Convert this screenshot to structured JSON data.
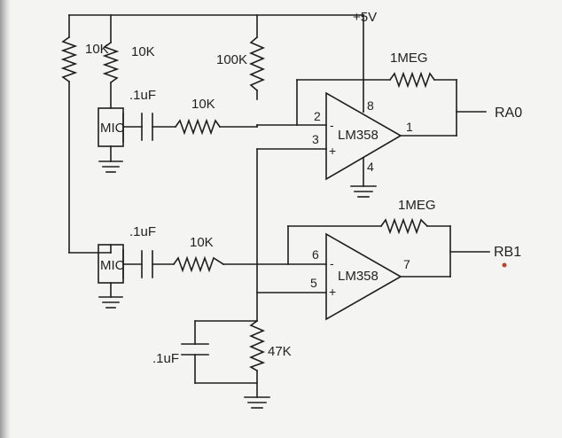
{
  "supply": {
    "label": "+5V"
  },
  "resistors": {
    "r1": "10K",
    "r2": "10K",
    "r3": "100K",
    "r4": "10K",
    "r5": "10K",
    "r6": "47K",
    "feedback_top": "1MEG",
    "feedback_bottom": "1MEG"
  },
  "capacitors": {
    "c1": ".1uF",
    "c2": ".1uF",
    "c3": ".1uF"
  },
  "microphones": {
    "mic1": "MIC",
    "mic2": "MIC"
  },
  "opamps": {
    "top": {
      "name": "LM358",
      "pin_inv": "2",
      "pin_noninv": "3",
      "pin_vcc": "8",
      "pin_gnd": "4",
      "pin_out": "1",
      "minus": "-",
      "plus": "+"
    },
    "bottom": {
      "name": "LM358",
      "pin_inv": "6",
      "pin_noninv": "5",
      "pin_out": "7",
      "minus": "-",
      "plus": "+"
    }
  },
  "outputs": {
    "top": "RA0",
    "bottom": "RB1"
  }
}
